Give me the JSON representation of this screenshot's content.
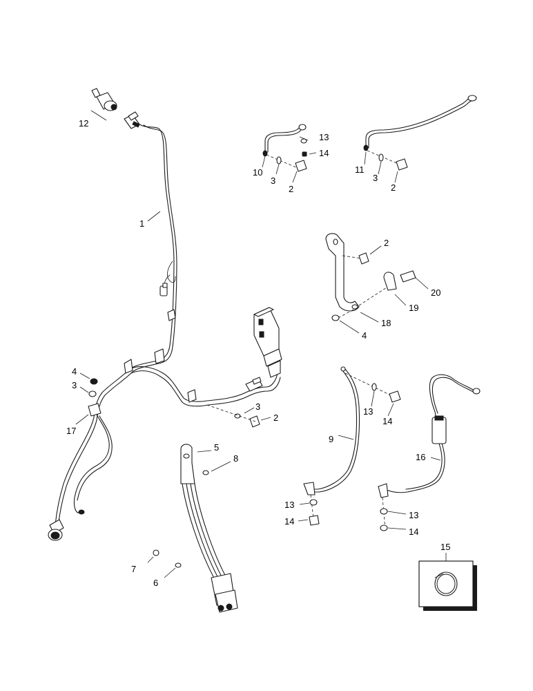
{
  "diagram": {
    "callouts": {
      "c1": "1",
      "c2a": "2",
      "c2b": "2",
      "c2c": "2",
      "c2d": "2",
      "c3a": "3",
      "c3b": "3",
      "c3c": "3",
      "c3d": "3",
      "c4a": "4",
      "c4b": "4",
      "c5": "5",
      "c6": "6",
      "c7": "7",
      "c8": "8",
      "c9": "9",
      "c10": "10",
      "c11": "11",
      "c12": "12",
      "c13a": "13",
      "c13b": "13",
      "c13c": "13",
      "c13d": "13",
      "c14a": "14",
      "c14b": "14",
      "c14c": "14",
      "c14d": "14",
      "c15": "15",
      "c16": "16",
      "c17": "17",
      "c18": "18",
      "c19": "19",
      "c20": "20"
    }
  }
}
